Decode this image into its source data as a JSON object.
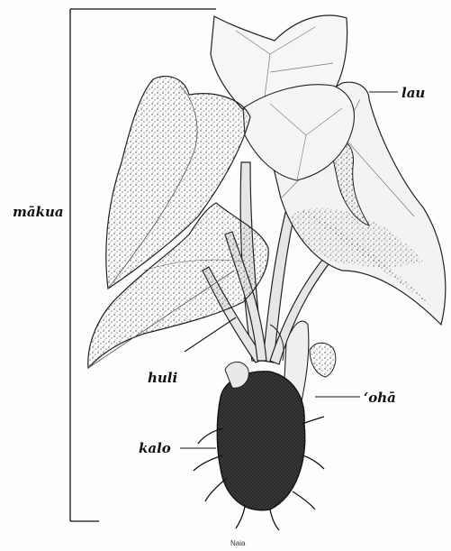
{
  "diagram": {
    "labels": {
      "makua": "mākua",
      "lau": "lau",
      "huli": "huli",
      "oha": "ʻohā",
      "kalo": "kalo"
    },
    "caption": "Naia"
  },
  "colors": {
    "ink": "#111111",
    "leaf_fill": "#f4f4f4",
    "leaf_shade": "#9a9a9a",
    "corm_fill": "#2a2a2a"
  }
}
